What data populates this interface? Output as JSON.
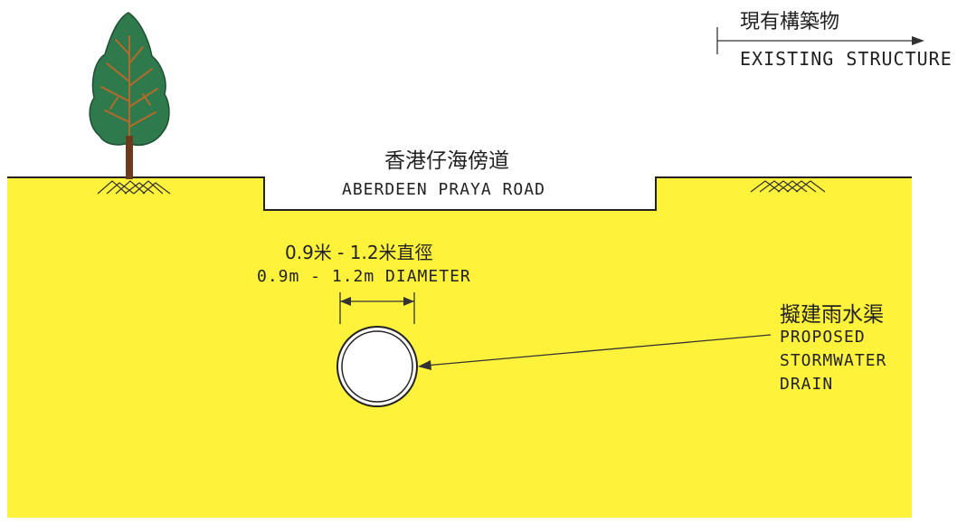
{
  "legend": {
    "existing_structure_zh": "現有構築物",
    "existing_structure_en": "EXISTING STRUCTURE"
  },
  "road": {
    "name_zh": "香港仔海傍道",
    "name_en": "ABERDEEN PRAYA ROAD"
  },
  "pipe": {
    "diameter_zh": "0.9米 - 1.2米直徑",
    "diameter_en": "0.9m - 1.2m DIAMETER"
  },
  "drain": {
    "label_zh": "擬建雨水渠",
    "label_en_lines": [
      "PROPOSED",
      "STORMWATER",
      "DRAIN"
    ]
  },
  "colors": {
    "ground": "#fff23a",
    "outline": "#222222",
    "foliage": "#2f7a4c",
    "branches": "#b56a2a",
    "trunk": "#6b3a1f"
  }
}
